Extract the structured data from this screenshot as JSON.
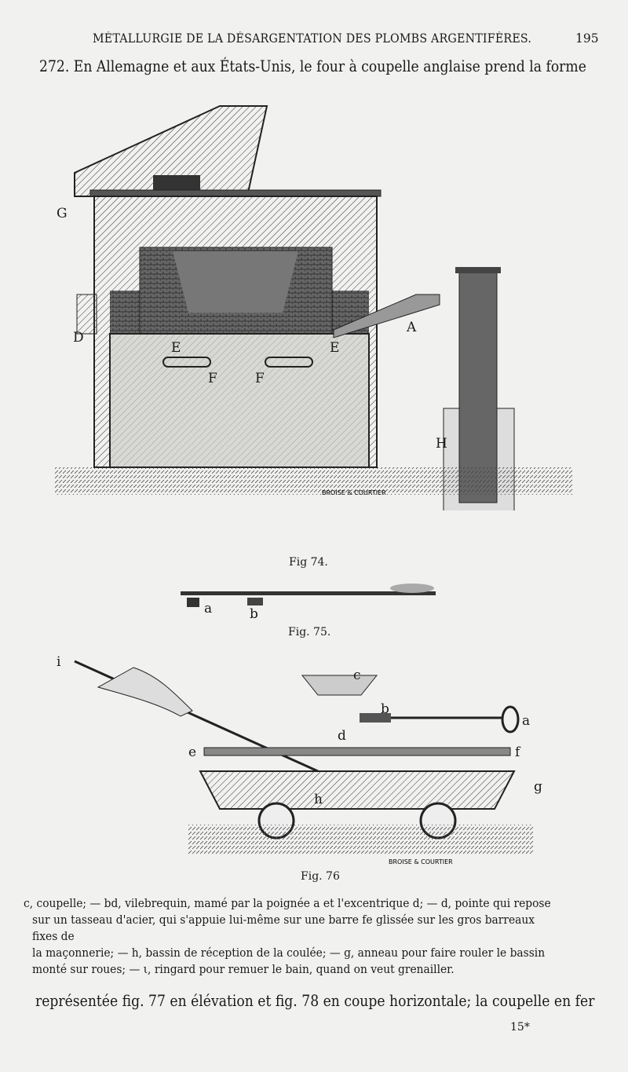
{
  "header": {
    "running_title": "MÉTALLURGIE DE LA DÉSARGENTATION DES PLOMBS ARGENTIFÈRES.",
    "page_number": "195"
  },
  "body": {
    "opening_line": "272. En Allemagne et aux États-Unis, le four à coupelle anglaise prend la forme",
    "closing_line": "représentée fig. 77 en élévation et fig. 78 en coupe horizontale; la coupelle en fer",
    "signature_mark": "15*"
  },
  "figures": {
    "fig74": {
      "caption": "Fig 74.",
      "labels": {
        "G": "G",
        "D": "D",
        "A": "A",
        "H": "H",
        "E1": "E",
        "E2": "E",
        "F1": "F",
        "F2": "F"
      },
      "engraver": "BROISE & COURTIER"
    },
    "fig75": {
      "caption": "Fig. 75.",
      "labels": {
        "a": "a",
        "b": "b"
      }
    },
    "fig76": {
      "caption": "Fig. 76",
      "labels": {
        "i": "i",
        "c": "c",
        "b": "b",
        "a": "a",
        "d": "d",
        "e": "e",
        "f": "f",
        "g": "g",
        "h": "h"
      },
      "engraver": "BROISE & COURTIER"
    }
  },
  "legend": {
    "lines": [
      "c, coupelle; — bd, vilebrequin, mamé par la poignée a et l'excentrique d; — d, pointe qui repose",
      "sur un tasseau d'acier, qui s'appuie lui-même sur une barre fe glissée sur les gros barreaux fixes de",
      "la maçonnerie; — h, bassin de réception de la coulée; — g, anneau pour faire rouler le bassin",
      "monté sur roues; — ι, ringard pour remuer le bain, quand on veut grenailler."
    ]
  }
}
